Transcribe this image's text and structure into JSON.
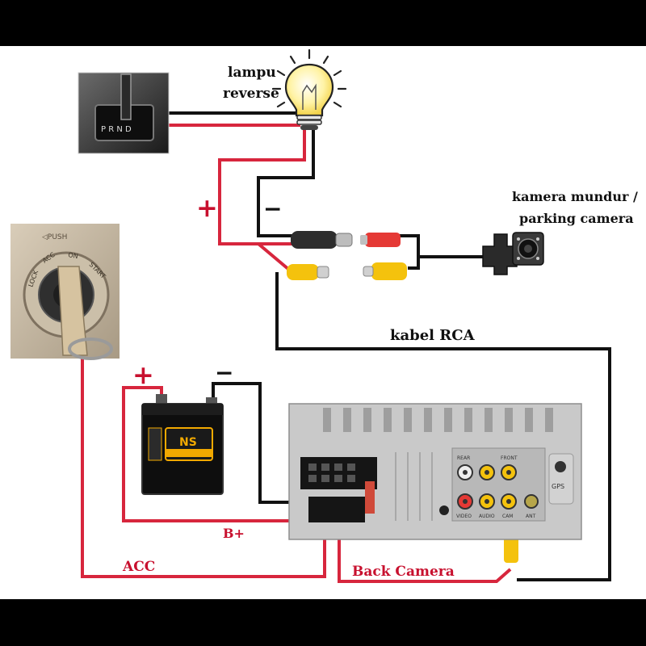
{
  "labels": {
    "bulb_line1": "lampu",
    "bulb_line2": "reverse",
    "camera_line1": "kamera mundur /",
    "camera_line2": "parking camera",
    "rca_cable": "kabel RCA",
    "b_plus": "B+",
    "acc": "ACC",
    "back_camera": "Back Camera"
  },
  "signs": {
    "plus": "+",
    "minus": "−"
  },
  "ignition_words": {
    "push": "◁PUSH",
    "lock": "LOCK",
    "acc": "ACC",
    "on": "ON",
    "start": "START"
  },
  "battery": {
    "brand": "NS"
  },
  "head_unit_ports": {
    "rear": "REAR",
    "front": "FRONT",
    "video": "VIDEO",
    "audio": "AUDIO",
    "cam": "CAM",
    "ant": "ANT",
    "gps": "GPS"
  },
  "colors": {
    "background": "#ffffff",
    "frame": "#000000",
    "positive_wire": "#d7263d",
    "negative_wire": "#111111",
    "rca_red": "#e53935",
    "rca_yellow": "#f4c20d",
    "bulb_glow": "#fff3a6",
    "head_unit": "#c9c9c9"
  },
  "icons": [
    "reverse-gear-photo",
    "light-bulb-icon",
    "parking-camera-icon",
    "ignition-key-photo",
    "car-battery-icon",
    "head-unit-icon",
    "rca-plug-icon"
  ]
}
